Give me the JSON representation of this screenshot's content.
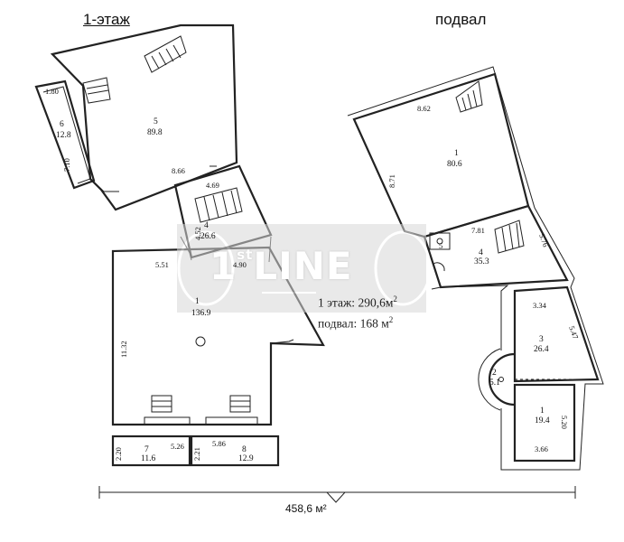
{
  "titles": {
    "ground_floor": "1-этаж",
    "basement": "подвал"
  },
  "watermark": {
    "brand_prefix": "1",
    "brand_sup": "st",
    "brand_word": "LINE"
  },
  "summary": {
    "ground_prefix": "1 этаж: ",
    "ground_value": "290,6м",
    "basement_prefix": "подвал: ",
    "basement_value": "168 м",
    "sup": "2",
    "total": "458,6 м²"
  },
  "ground_floor_rooms": [
    {
      "number": "5",
      "area": "89.8"
    },
    {
      "number": "6",
      "area": "12.8"
    },
    {
      "number": "4",
      "area": "26.6"
    },
    {
      "number": "1",
      "area": "136.9"
    },
    {
      "number": "7",
      "area": "11.6"
    },
    {
      "number": "8",
      "area": "12.9"
    }
  ],
  "ground_floor_dimensions": [
    "1.80",
    "7.10",
    "8.66",
    "4.69",
    "4.52",
    "5.51",
    "4.90",
    "11.32",
    "5.26",
    "2.20",
    "2.21",
    "5.86"
  ],
  "basement_rooms": [
    {
      "number": "1",
      "area": "80.6"
    },
    {
      "number": "4",
      "area": "35.3"
    },
    {
      "number": "5",
      "area": ""
    },
    {
      "number": "3",
      "area": "26.4"
    },
    {
      "number": "2",
      "area": "5.1"
    },
    {
      "number": "1",
      "area": "19.4"
    }
  ],
  "basement_dimensions": [
    "8.62",
    "8.71",
    "7.81",
    "5.76",
    "3.34",
    "5.47",
    "5.20",
    "3.66"
  ]
}
